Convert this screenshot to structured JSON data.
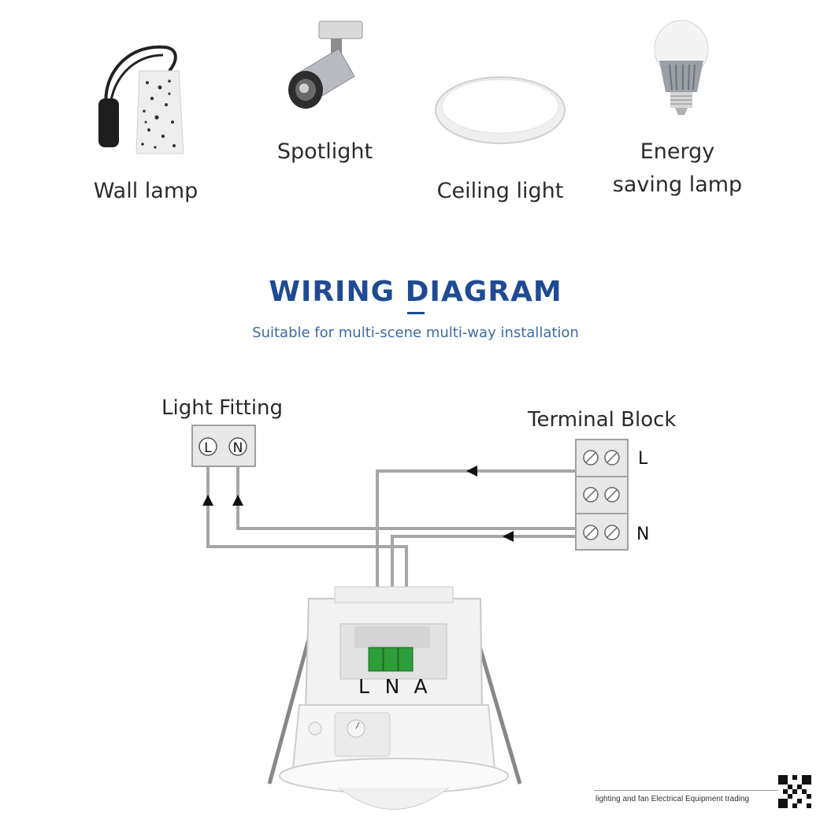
{
  "products": [
    {
      "label": "Wall lamp",
      "icon": "wall-lamp-icon"
    },
    {
      "label": "Spotlight",
      "icon": "spotlight-icon"
    },
    {
      "label": "Ceiling light",
      "icon": "ceiling-light-icon"
    },
    {
      "label": "Energy saving lamp",
      "line1": "Energy",
      "line2": "saving lamp",
      "icon": "bulb-icon"
    }
  ],
  "heading": {
    "title": "WIRING DIAGRAM",
    "subtitle": "Suitable for multi-scene multi-way installation"
  },
  "diagram": {
    "light_fitting": {
      "label": "Light Fitting",
      "terminals": [
        "L",
        "N"
      ]
    },
    "terminal_block": {
      "label": "Terminal Block",
      "rows": [
        "L",
        "",
        "N"
      ]
    },
    "sensor_terminals": [
      "L",
      "N",
      "A"
    ]
  },
  "footer": {
    "text": "lighting and fan Electrical Equipment trading",
    "qr_icon": "qr-code-icon"
  },
  "colors": {
    "title": "#1e4b93",
    "subtitle": "#3d6aa3",
    "wire": "#a6a6a6",
    "box_fill": "#e8e8e8",
    "terminal_green": "#2e9e3a"
  }
}
